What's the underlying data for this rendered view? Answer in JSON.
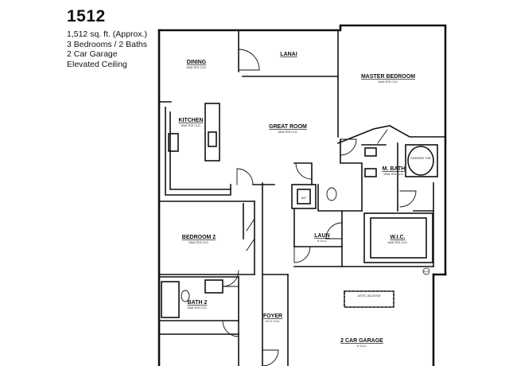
{
  "info": {
    "plan_number": "1512",
    "features": [
      "1,512 sq. ft. (Approx.)",
      "3 Bedrooms / 2 Baths",
      "2 Car Garage",
      "Elevated Ceiling"
    ]
  },
  "rooms": {
    "dining": {
      "name": "DINING",
      "sub": "VAULTED CLG."
    },
    "lanai": {
      "name": "LANAI"
    },
    "master_bedroom": {
      "name": "MASTER BEDROOM",
      "sub": "VAULTED CLG."
    },
    "kitchen": {
      "name": "KITCHEN",
      "sub": "VAULTED CLG."
    },
    "great_room": {
      "name": "GREAT ROOM",
      "sub": "VAULTED CLG."
    },
    "master_bath": {
      "name": "M. BATH",
      "sub": "VAULTED CLG."
    },
    "garden_tub": {
      "name": "GARDEN TUB"
    },
    "ah": {
      "name": "A/C"
    },
    "bedroom2": {
      "name": "BEDROOM 2",
      "sub": "VAULTED CLG."
    },
    "laundry": {
      "name": "LAUN",
      "sub": "8' CLG."
    },
    "wic": {
      "name": "W.I.C.",
      "sub": "VAULTED CLG."
    },
    "bath2": {
      "name": "BATH 2",
      "sub": "VAULTED CLG."
    },
    "foyer": {
      "name": "FOYER",
      "sub": "10'-0\" CLG."
    },
    "garage": {
      "name": "2 CAR GARAGE",
      "sub": "8' CLG."
    },
    "attic": {
      "name": "ATTIC ACCESS"
    },
    "wh": {
      "name": "W.H."
    }
  }
}
